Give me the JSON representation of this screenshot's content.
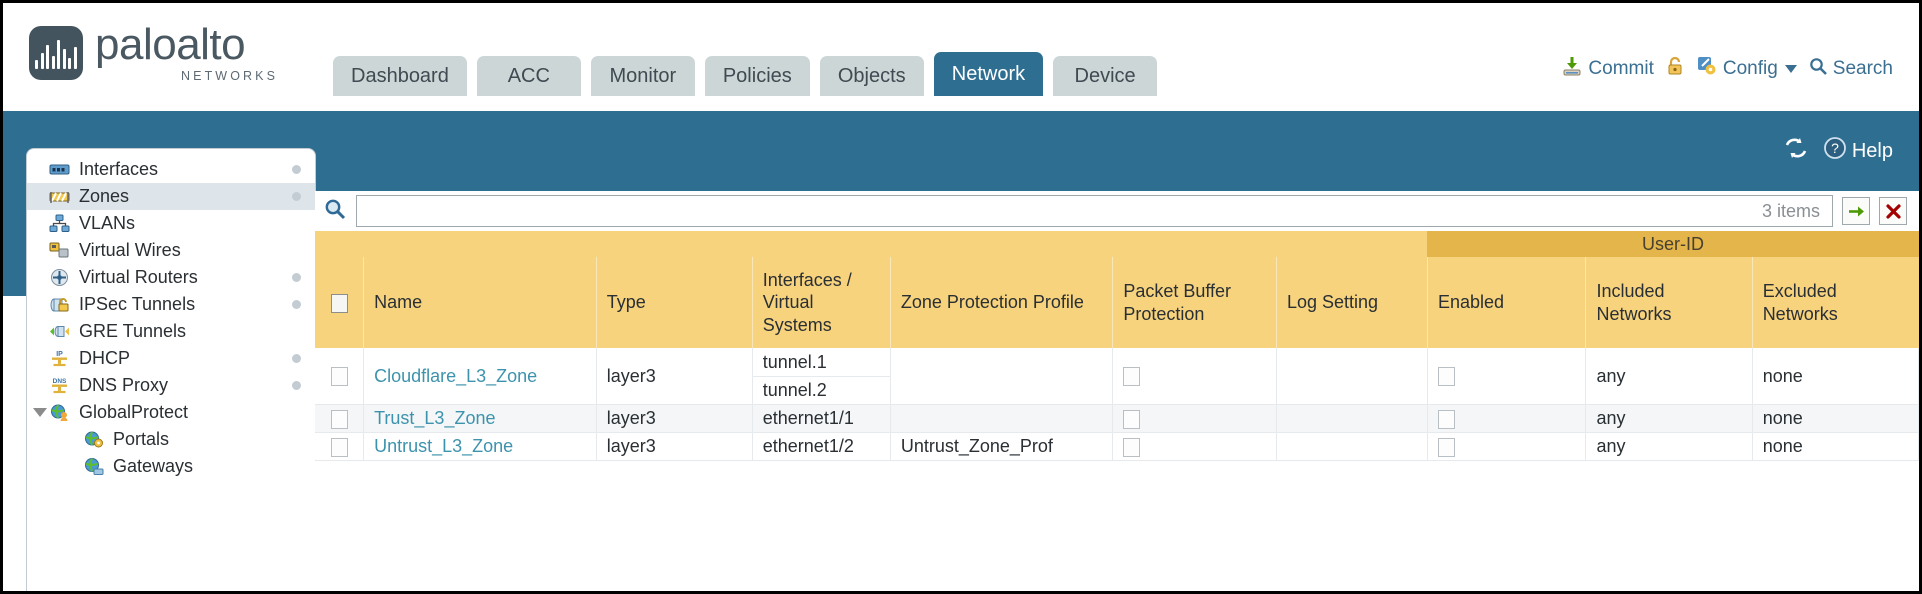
{
  "brand": {
    "name": "paloalto",
    "tagline": "NETWORKS"
  },
  "nav": {
    "tabs": [
      {
        "label": "Dashboard",
        "active": false
      },
      {
        "label": "ACC",
        "active": false
      },
      {
        "label": "Monitor",
        "active": false
      },
      {
        "label": "Policies",
        "active": false
      },
      {
        "label": "Objects",
        "active": false
      },
      {
        "label": "Network",
        "active": true
      },
      {
        "label": "Device",
        "active": false
      }
    ]
  },
  "utility": {
    "commit": "Commit",
    "lock_icon": "padlock-icon",
    "config": "Config",
    "search": "Search"
  },
  "bluebar": {
    "refresh_icon": "refresh-icon",
    "help": "Help"
  },
  "sidebar": {
    "items": [
      {
        "label": "Interfaces",
        "icon": "interfaces-icon",
        "selected": false,
        "dot": true,
        "child": false,
        "expander": false
      },
      {
        "label": "Zones",
        "icon": "zones-icon",
        "selected": true,
        "dot": true,
        "child": false,
        "expander": false
      },
      {
        "label": "VLANs",
        "icon": "vlans-icon",
        "selected": false,
        "dot": false,
        "child": false,
        "expander": false
      },
      {
        "label": "Virtual Wires",
        "icon": "virtual-wires-icon",
        "selected": false,
        "dot": false,
        "child": false,
        "expander": false
      },
      {
        "label": "Virtual Routers",
        "icon": "virtual-routers-icon",
        "selected": false,
        "dot": true,
        "child": false,
        "expander": false
      },
      {
        "label": "IPSec Tunnels",
        "icon": "ipsec-tunnels-icon",
        "selected": false,
        "dot": true,
        "child": false,
        "expander": false
      },
      {
        "label": "GRE Tunnels",
        "icon": "gre-tunnels-icon",
        "selected": false,
        "dot": false,
        "child": false,
        "expander": false
      },
      {
        "label": "DHCP",
        "icon": "dhcp-icon",
        "selected": false,
        "dot": true,
        "child": false,
        "expander": false
      },
      {
        "label": "DNS Proxy",
        "icon": "dns-proxy-icon",
        "selected": false,
        "dot": true,
        "child": false,
        "expander": false
      },
      {
        "label": "GlobalProtect",
        "icon": "globalprotect-icon",
        "selected": false,
        "dot": false,
        "child": false,
        "expander": true
      },
      {
        "label": "Portals",
        "icon": "portals-icon",
        "selected": false,
        "dot": false,
        "child": true,
        "expander": false
      },
      {
        "label": "Gateways",
        "icon": "gateways-icon",
        "selected": false,
        "dot": false,
        "child": true,
        "expander": false
      }
    ]
  },
  "filter": {
    "value": "",
    "placeholder": "",
    "items_count": "3 items",
    "apply_icon": "green-arrow-icon",
    "clear_icon": "red-x-icon"
  },
  "table": {
    "group_header": "User-ID",
    "columns": [
      "Name",
      "Type",
      "Interfaces / Virtual Systems",
      "Zone Protection Profile",
      "Packet Buffer Protection",
      "Log Setting",
      "Enabled",
      "Included Networks",
      "Excluded Networks"
    ],
    "rows": [
      {
        "selected": false,
        "name": "Cloudflare_L3_Zone",
        "type": "layer3",
        "interfaces": [
          "tunnel.1",
          "tunnel.2"
        ],
        "zone_protection_profile": "",
        "packet_buffer_protection": false,
        "log_setting": "",
        "user_id_enabled": false,
        "included_networks": "any",
        "excluded_networks": "none"
      },
      {
        "selected": false,
        "name": "Trust_L3_Zone",
        "type": "layer3",
        "interfaces": [
          "ethernet1/1"
        ],
        "zone_protection_profile": "",
        "packet_buffer_protection": false,
        "log_setting": "",
        "user_id_enabled": false,
        "included_networks": "any",
        "excluded_networks": "none"
      },
      {
        "selected": false,
        "name": "Untrust_L3_Zone",
        "type": "layer3",
        "interfaces": [
          "ethernet1/2"
        ],
        "zone_protection_profile": "Untrust_Zone_Prof",
        "packet_buffer_protection": false,
        "log_setting": "",
        "user_id_enabled": false,
        "included_networks": "any",
        "excluded_networks": "none"
      }
    ]
  },
  "colors": {
    "brand_blue": "#2e6e91",
    "header_amber": "#f7d37e",
    "group_amber": "#e3b54b",
    "link_teal": "#3d93ad"
  }
}
